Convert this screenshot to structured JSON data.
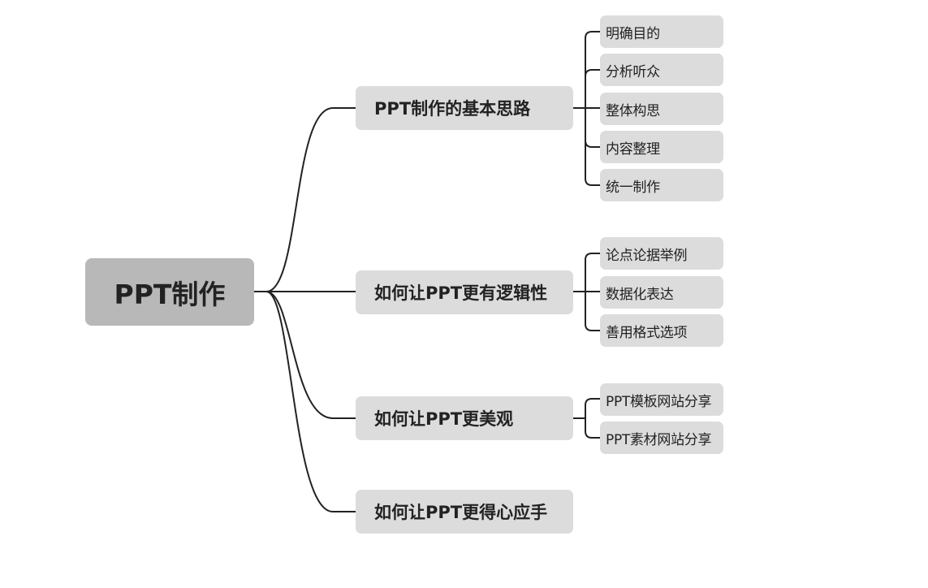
{
  "mindmap": {
    "root": {
      "label": "PPT制作"
    },
    "branches": [
      {
        "label": "PPT制作的基本思路",
        "children": [
          "明确目的",
          "分析听众",
          "整体构思",
          "内容整理",
          "统一制作"
        ]
      },
      {
        "label": "如何让PPT更有逻辑性",
        "children": [
          "论点论据举例",
          "数据化表达",
          "善用格式选项"
        ]
      },
      {
        "label": "如何让PPT更美观",
        "children": [
          "PPT模板网站分享",
          "PPT素材网站分享"
        ]
      },
      {
        "label": "如何让PPT更得心应手",
        "children": []
      }
    ]
  },
  "colors": {
    "root_fill": "#b8b8b8",
    "node_fill": "#dcdcdc",
    "line": "#222222",
    "text": "#222222"
  }
}
